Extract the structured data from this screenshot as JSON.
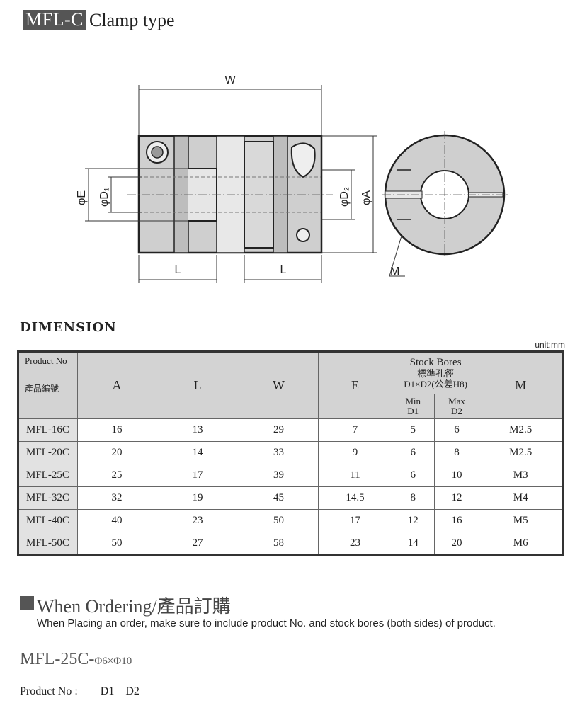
{
  "header": {
    "badge": "MFL-C",
    "title": "Clamp type"
  },
  "drawing": {
    "w": "W",
    "e": "φE",
    "d1": "φD₁",
    "d2": "φD₂",
    "a": "φA",
    "l1": "L",
    "l2": "L",
    "m": "M"
  },
  "dimension": {
    "heading": "DIMENSION",
    "unit": "unit:mm",
    "headers": {
      "product_no": "Product No",
      "product_no_zh": "產品編號",
      "a": "A",
      "l": "L",
      "w": "W",
      "e": "E",
      "stock": "Stock Bores",
      "stock_zh": "標準孔徑",
      "stock_sub": "D1×D2(公差H8)",
      "min": "Min",
      "min_d": "D1",
      "max": "Max",
      "max_d": "D2",
      "m": "M"
    },
    "rows": [
      [
        "MFL-16C",
        "16",
        "13",
        "29",
        "7",
        "5",
        "6",
        "M2.5"
      ],
      [
        "MFL-20C",
        "20",
        "14",
        "33",
        "9",
        "6",
        "8",
        "M2.5"
      ],
      [
        "MFL-25C",
        "25",
        "17",
        "39",
        "11",
        "6",
        "10",
        "M3"
      ],
      [
        "MFL-32C",
        "32",
        "19",
        "45",
        "14.5",
        "8",
        "12",
        "M4"
      ],
      [
        "MFL-40C",
        "40",
        "23",
        "50",
        "17",
        "12",
        "16",
        "M5"
      ],
      [
        "MFL-50C",
        "50",
        "27",
        "58",
        "23",
        "14",
        "20",
        "M6"
      ]
    ]
  },
  "ordering": {
    "title": "When Ordering/產品訂購",
    "description": "When Placing an order, make sure to include product No. and stock bores (both sides) of product.",
    "example_main": "MFL-25C-",
    "example_sub": "Φ6×Φ10",
    "label_product": "Product  No :",
    "label_d1": "D1",
    "label_d2": "D2"
  }
}
